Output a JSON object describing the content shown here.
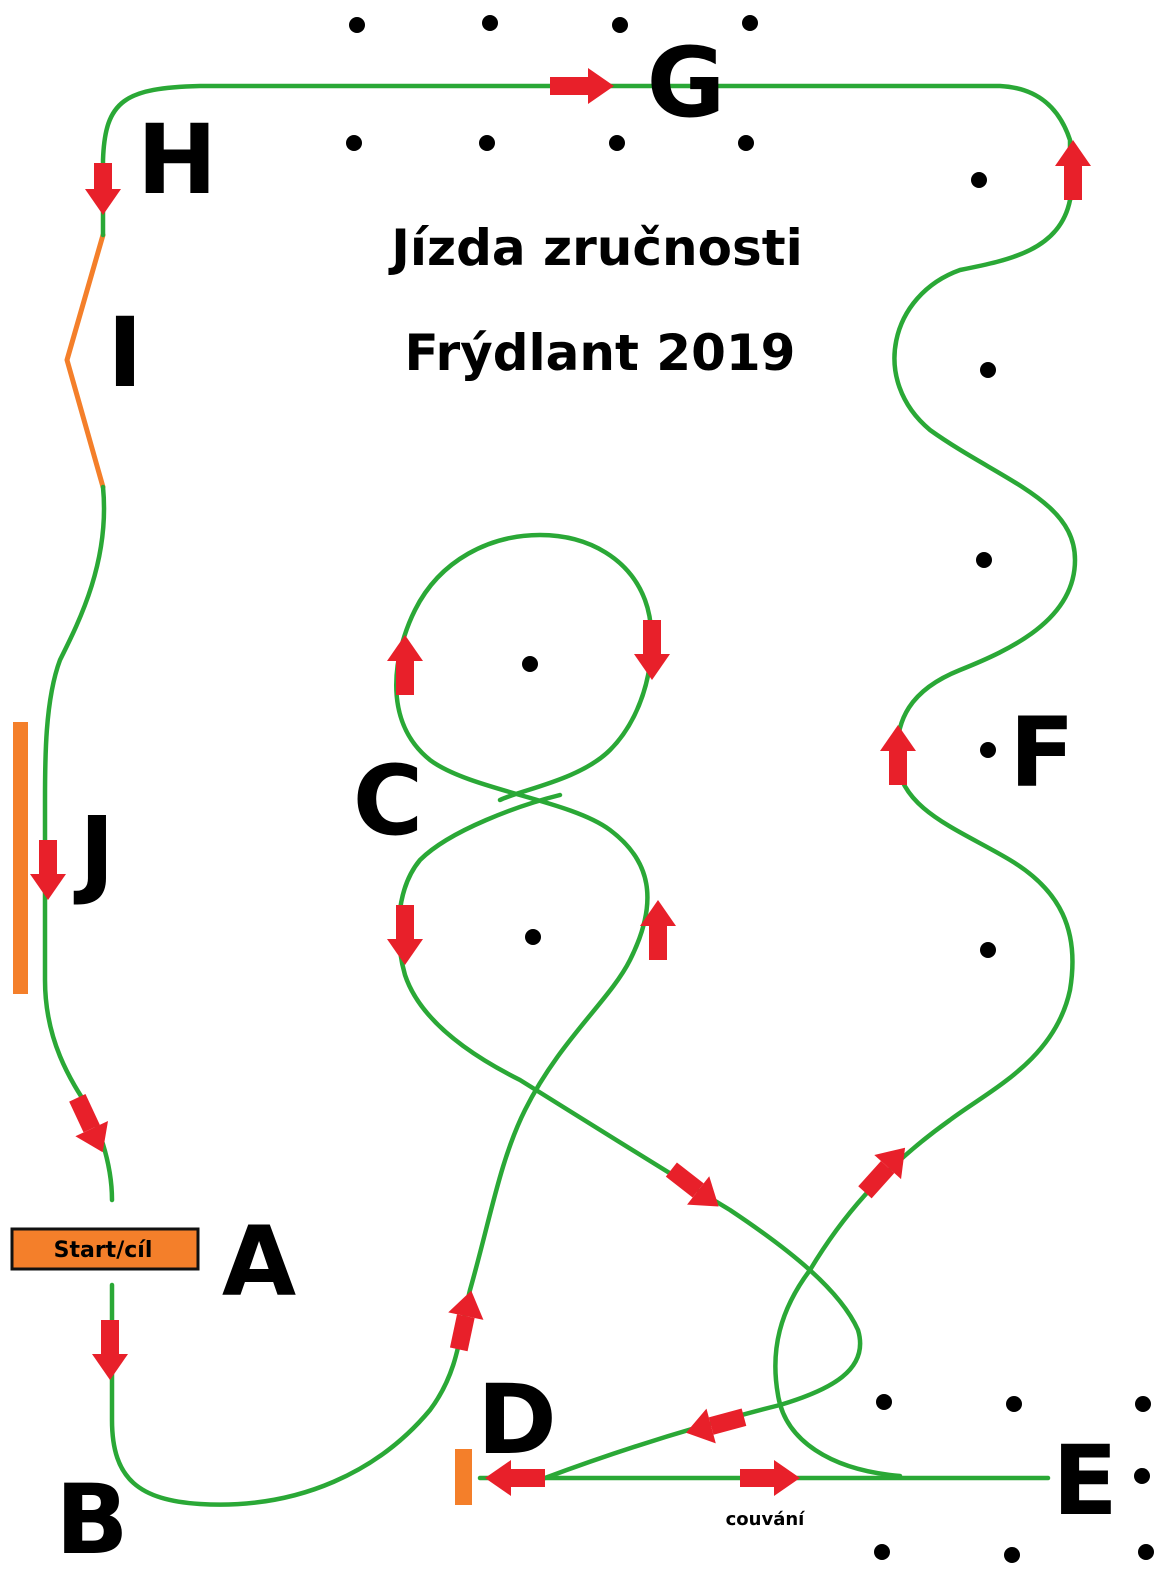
{
  "title": {
    "line1": "Jízda zručnosti",
    "line2": "Frýdlant 2019"
  },
  "stations": {
    "A": "A",
    "B": "B",
    "C": "C",
    "D": "D",
    "E": "E",
    "F": "F",
    "G": "G",
    "H": "H",
    "I": "I",
    "J": "J"
  },
  "start_label": "Start/cíl",
  "reverse_label": "couvání",
  "colors": {
    "route": "#2aa836",
    "arrow": "#e8202a",
    "obstacle": "#f47f2a",
    "marker": "#000000"
  }
}
